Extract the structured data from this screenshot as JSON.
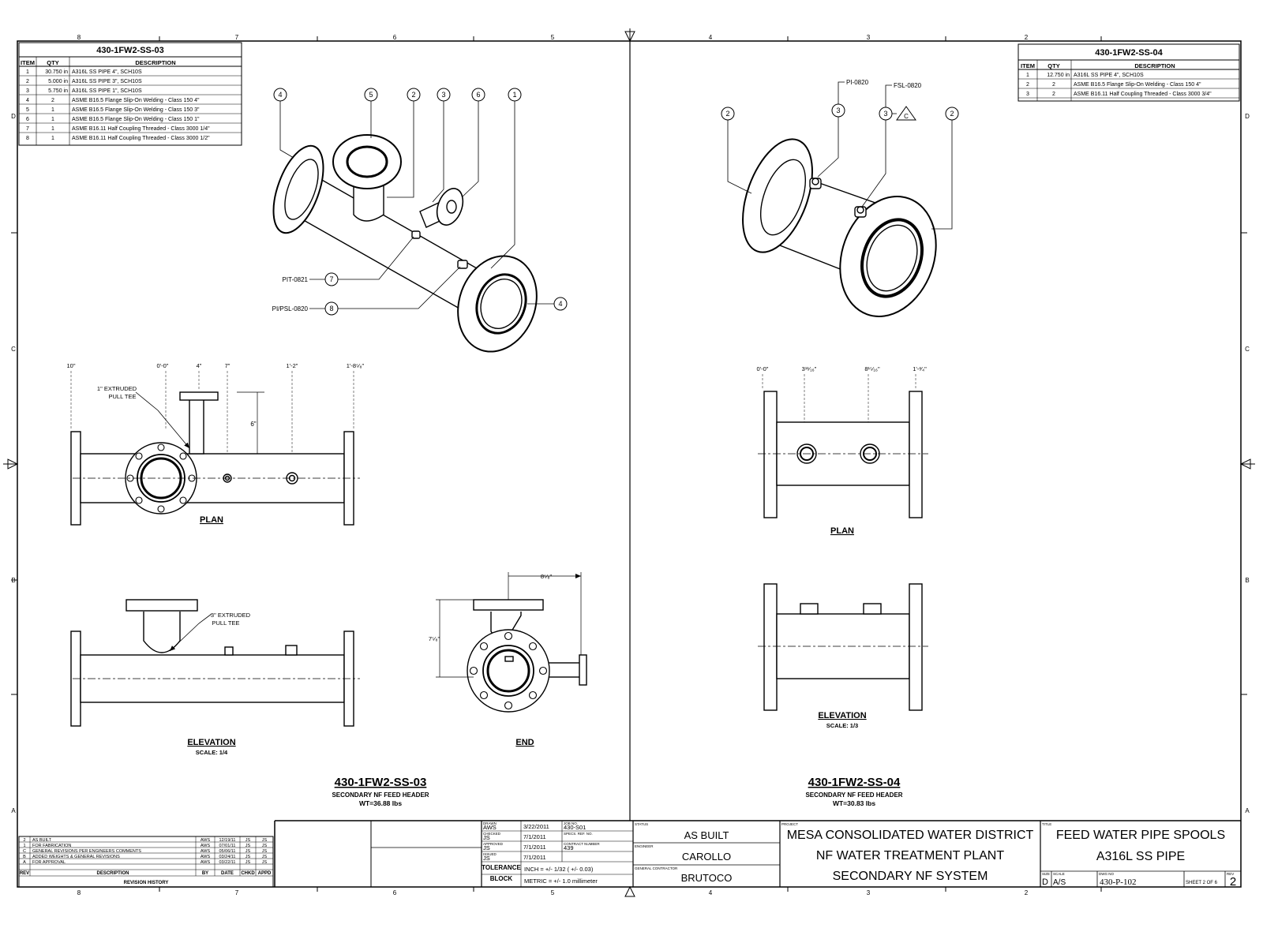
{
  "border": {
    "top_zones": [
      "8",
      "7",
      "6",
      "5",
      "4",
      "3",
      "2"
    ],
    "bottom_zones": [
      "8",
      "7",
      "6",
      "5",
      "4",
      "3",
      "2"
    ],
    "side_zones": [
      "D",
      "C",
      "B",
      "A"
    ]
  },
  "bom_left": {
    "title": "430-1FW2-SS-03",
    "headers": [
      "ITEM",
      "QTY",
      "DESCRIPTION"
    ],
    "rows": [
      [
        "1",
        "30.750 in",
        "A316L SS PIPE 4\", SCH10S"
      ],
      [
        "2",
        "5.000 in",
        "A316L SS PIPE 3\", SCH10S"
      ],
      [
        "3",
        "5.750 in",
        "A316L SS PIPE 1\", SCH10S"
      ],
      [
        "4",
        "2",
        "ASME B16.5 Flange Slip-On Welding - Class 150 4\""
      ],
      [
        "5",
        "1",
        "ASME B16.5 Flange Slip-On Welding - Class 150 3\""
      ],
      [
        "6",
        "1",
        "ASME B16.5 Flange Slip-On Welding - Class 150 1\""
      ],
      [
        "7",
        "1",
        "ASME B16.11 Half Coupling Threaded - Class 3000 1/4\""
      ],
      [
        "8",
        "1",
        "ASME B16.11 Half Coupling Threaded - Class 3000 1/2\""
      ]
    ]
  },
  "bom_right": {
    "title": "430-1FW2-SS-04",
    "headers": [
      "ITEM",
      "QTY",
      "DESCRIPTION"
    ],
    "rows": [
      [
        "1",
        "12.750 in",
        "A316L SS PIPE 4\", SCH10S"
      ],
      [
        "2",
        "2",
        "ASME B16.5 Flange Slip-On Welding - Class 150 4\""
      ],
      [
        "3",
        "2",
        "ASME B16.11 Half Coupling Threaded - Class 3000 3/4\""
      ]
    ]
  },
  "iso_left": {
    "balloons": [
      "4",
      "5",
      "2",
      "3",
      "6",
      "1",
      "7",
      "8",
      "4"
    ],
    "tags": [
      "PIT-0821",
      "PI/PSL-0820"
    ]
  },
  "iso_right": {
    "balloons": [
      "2",
      "3",
      "3",
      "2"
    ],
    "tags": [
      "PI-0820",
      "FSL-0820"
    ],
    "flag": "C"
  },
  "plan_left": {
    "dims": [
      "10\"",
      "0'-0\"",
      "4\"",
      "7\"",
      "1'-2\"",
      "1'-8⁵⁄₈\""
    ],
    "vertical_dim": "6\"",
    "note_line1": "1\" EXTRUDED",
    "note_line2": "PULL TEE",
    "label": "PLAN"
  },
  "elev_left": {
    "note_line1": "3\" EXTRUDED",
    "note_line2": "PULL TEE",
    "label": "ELEVATION",
    "scale": "SCALE: 1/4"
  },
  "end_view": {
    "dim_h": "8⁵⁄₈\"",
    "dim_v": "7⁵⁄₈\"",
    "label": "END"
  },
  "plan_right": {
    "dims": [
      "0'-0\"",
      "3¹¹⁄₁₆\"",
      "8¹⁵⁄₁₆\"",
      "1'-³⁄₄\""
    ],
    "label": "PLAN"
  },
  "elev_right": {
    "label": "ELEVATION",
    "scale": "SCALE: 1/3"
  },
  "spool_left": {
    "tag": "430-1FW2-SS-03",
    "desc": "SECONDARY NF FEED HEADER",
    "wt": "WT=36.88 lbs"
  },
  "spool_right": {
    "tag": "430-1FW2-SS-04",
    "desc": "SECONDARY NF FEED HEADER",
    "wt": "WT=30.83 lbs"
  },
  "revision_history": {
    "rows": [
      [
        "2",
        "AS BUILT",
        "AWS",
        "12/19/11",
        "JS",
        "JS"
      ],
      [
        "1",
        "FOR FABRICATION",
        "AWS",
        "07/01/11",
        "JS",
        "JS"
      ],
      [
        "C",
        "GENERAL REVISIONS PER ENGINEERS COMMENTS",
        "AWS",
        "05/06/11",
        "JS",
        "JS"
      ],
      [
        "B",
        "ADDED WEIGHTS & GENERAL REVISIONS",
        "AWS",
        "03/24/11",
        "JS",
        "JS"
      ],
      [
        "A",
        "FOR APPROVAL",
        "AWS",
        "03/22/11",
        "JS",
        "JS"
      ]
    ],
    "headers": [
      "REV",
      "DESCRIPTION",
      "BY",
      "DATE",
      "CHKD",
      "APPD"
    ],
    "title": "REVISION HISTORY"
  },
  "dates_block": {
    "rows": [
      [
        "DRAWN",
        "AWS",
        "3/22/2011",
        "JOB NO.",
        "430-S01"
      ],
      [
        "CHECKED",
        "JS",
        "7/1/2011",
        "SPECS. REF. NO.",
        ""
      ],
      [
        "APPROVED",
        "JS",
        "7/1/2011",
        "CONTRACT NUMBER",
        "439"
      ],
      [
        "ISSUED",
        "JS",
        "7/1/2011",
        "",
        ""
      ]
    ],
    "tolerance_label1": "TOLERANCE",
    "tolerance_label2": "BLOCK",
    "tol_inch": "INCH = +/- 1/32 ( +/- 0.03)",
    "tol_metric": "METRIC = +/- 1.0 millimeter"
  },
  "status_block": {
    "status_label": "STATUS",
    "status": "AS BUILT",
    "engineer_label": "ENGINEER",
    "engineer": "CAROLLO",
    "gc_label": "GENERAL CONTRACTOR",
    "gc": "BRUTOCO"
  },
  "project_block": {
    "label": "PROJECT",
    "line1": "MESA CONSOLIDATED WATER DISTRICT",
    "line2": "NF WATER TREATMENT PLANT",
    "line3": "SECONDARY NF SYSTEM"
  },
  "title_block": {
    "label": "TITLE",
    "line1": "FEED WATER PIPE SPOOLS",
    "line2": "A316L SS PIPE",
    "size_label": "SIZE",
    "size": "D",
    "scale_label": "SCALE",
    "scale": "A/S",
    "dwg_label": "DWG NO",
    "dwg_no": "430-P-102",
    "sheet": "SHEET 2 OF 6",
    "rev_label": "REV",
    "rev": "2"
  }
}
